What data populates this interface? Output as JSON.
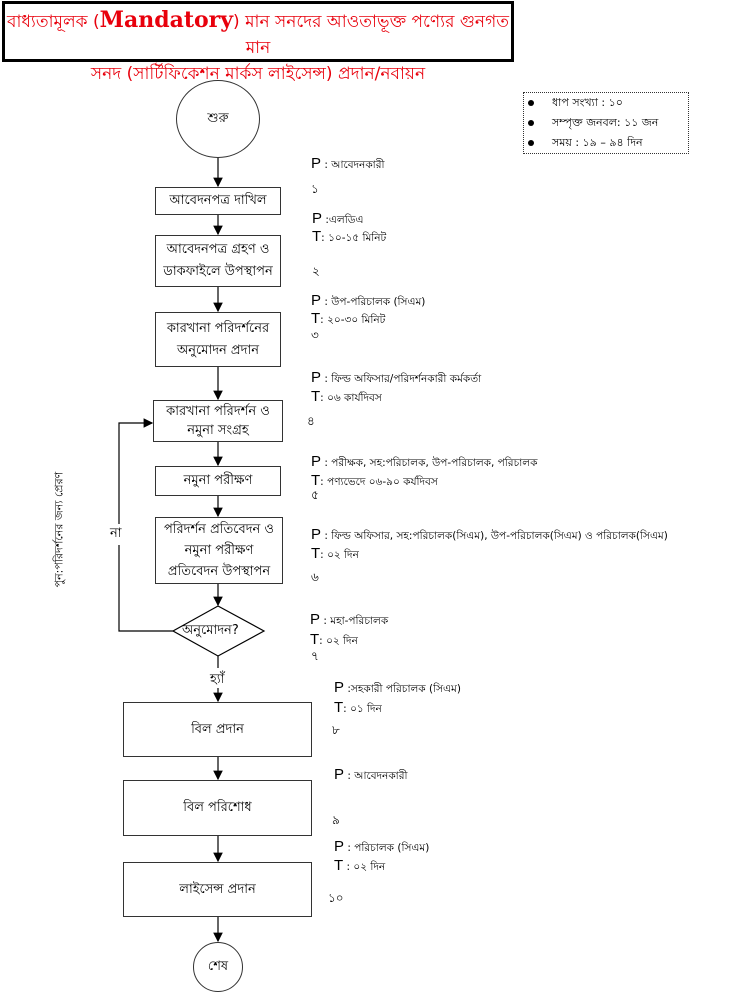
{
  "title": {
    "line1_pre": "বাধ্যতামূলক (",
    "line1_eng": "Mandatory",
    "line1_post": ") মান সনদের আওতাভূক্ত পণ্যের গুনগত মান",
    "line2": "সনদ (সার্টিফিকেশন মার্কস লাইসেন্স) প্রদান/নবায়ন",
    "color": "#e8000c"
  },
  "summary": [
    "ধাপ সংখ্যা : ১০",
    "সম্পৃক্ত জনবল: ১১ জন",
    "সময় : ১৯ – ৯৪ দিন"
  ],
  "flow": {
    "start": "শুরু",
    "end": "শেষ",
    "steps": [
      {
        "label": "আবেদনপত্র দাখিল",
        "num": "১",
        "p": "আবেদনকারী",
        "t": null
      },
      {
        "label": "আবেদনপত্র গ্রহণ ও ডাকফাইলে উপস্থাপন",
        "num": "২",
        "p": "এলডিএ",
        "t": "১০-১৫ মিনিট"
      },
      {
        "label": "কারখানা পরিদর্শনের অনুমোদন প্রদান",
        "num": "৩",
        "p": "উপ-পরিচালক (সিএম)",
        "t": "২০-৩০ মিনিট"
      },
      {
        "label": "কারখানা পরিদর্শন ও নমুনা সংগ্রহ",
        "num": "৪",
        "p": "ফিল্ড অফিসার/পরিদর্শনকারী কর্মকর্তা",
        "t": "০৬ কার্যদিবস"
      },
      {
        "label": "নমুনা পরীক্ষণ",
        "num": "৫",
        "p": "পরীক্ষক, সহ:পরিচালক, উপ-পরিচালক, পরিচালক",
        "t": "পণ্যভেদে ০৬-৯০ কর্যদিবস"
      },
      {
        "label": "পরিদর্শন প্রতিবেদন ও নমুনা পরীক্ষণ প্রতিবেদন উপস্থাপন",
        "num": "৬",
        "p": "ফিল্ড অফিসার, সহ:পরিচালক(সিএম), উপ-পরিচালক(সিএম) ও পরিচালক(সিএম)",
        "t": "০২ দিন"
      },
      {
        "label": "অনুমোদন?",
        "num": "৭",
        "p": "মহা-পরিচালক",
        "t": "০২ দিন"
      },
      {
        "label": "বিল প্রদান",
        "num": "৮",
        "p": "সহকারী পরিচালক (সিএম)",
        "t": "০১ দিন"
      },
      {
        "label": "বিল পরিশোধ",
        "num": "৯",
        "p": "আবেদনকারী",
        "t": null
      },
      {
        "label": "লাইসেন্স প্রদান",
        "num": "১০",
        "p": "পরিচালক (সিএম)",
        "t": "০২ দিন"
      }
    ],
    "yes_label": "হ্যাঁ",
    "no_label": "না",
    "loop_label": "পুন:পরিদর্শনের জন্য প্রেরণ",
    "p_key": "P",
    "t_key": "T"
  }
}
